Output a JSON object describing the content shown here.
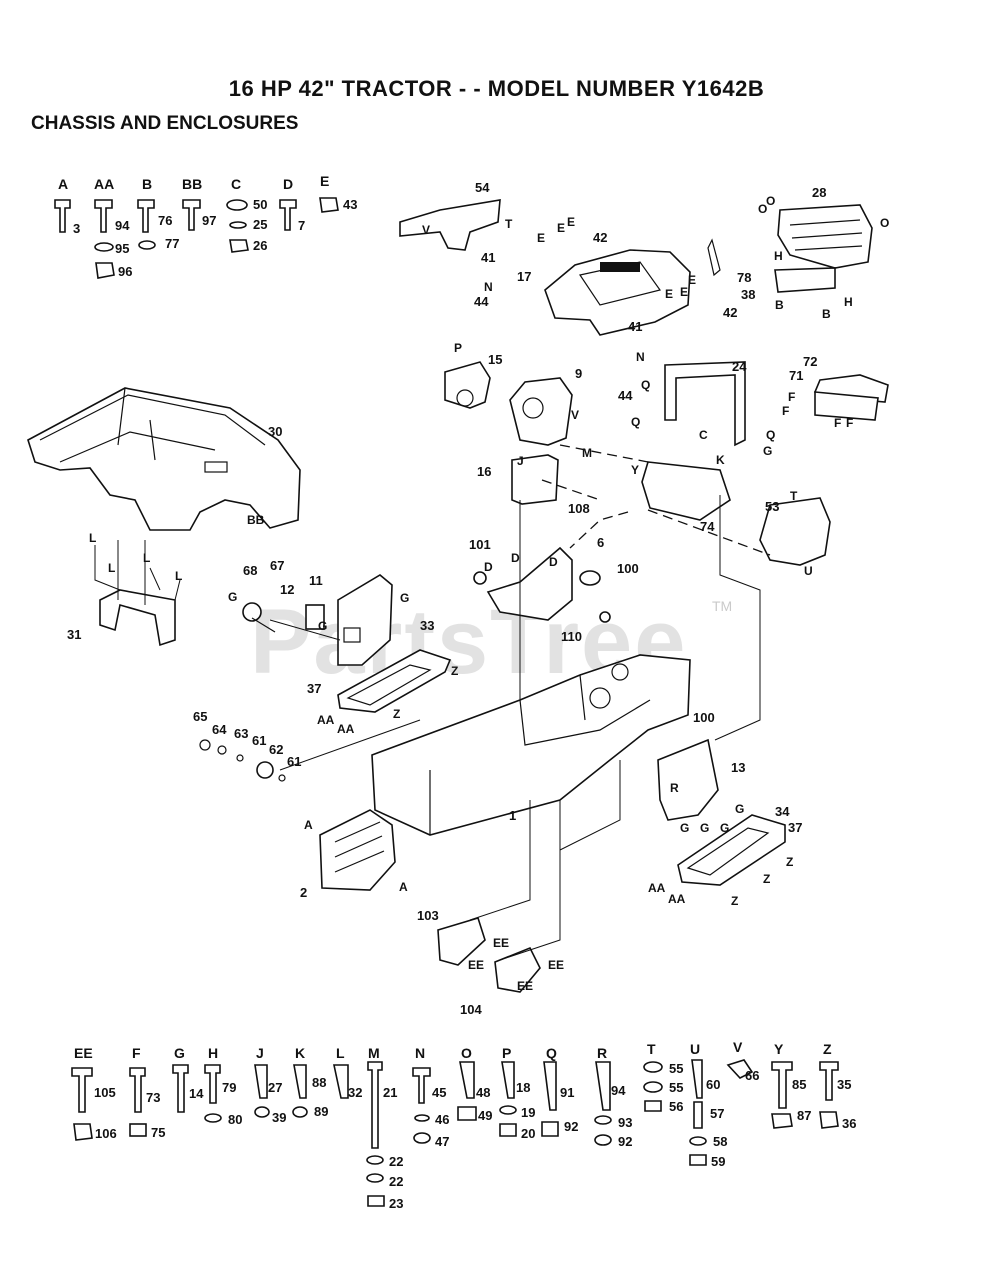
{
  "title": "16 HP 42\" TRACTOR - - MODEL NUMBER  Y1642B",
  "section": "CHASSIS AND ENCLOSURES",
  "watermark": "PartsTree",
  "watermark_tm": "TM",
  "hardware_top": [
    {
      "letter": "A",
      "parts": [
        "3"
      ]
    },
    {
      "letter": "AA",
      "parts": [
        "94",
        "95",
        "96"
      ]
    },
    {
      "letter": "B",
      "parts": [
        "76",
        "77"
      ]
    },
    {
      "letter": "BB",
      "parts": [
        "97"
      ]
    },
    {
      "letter": "C",
      "parts": [
        "50",
        "25",
        "26"
      ]
    },
    {
      "letter": "D",
      "parts": [
        "7"
      ]
    },
    {
      "letter": "E",
      "parts": [
        "43"
      ]
    }
  ],
  "hardware_bottom": [
    {
      "letter": "EE",
      "parts": [
        "105",
        "106"
      ]
    },
    {
      "letter": "F",
      "parts": [
        "73",
        "75"
      ]
    },
    {
      "letter": "G",
      "parts": [
        "14"
      ]
    },
    {
      "letter": "H",
      "parts": [
        "79",
        "80"
      ]
    },
    {
      "letter": "J",
      "parts": [
        "27",
        "39"
      ]
    },
    {
      "letter": "K",
      "parts": [
        "88",
        "89"
      ]
    },
    {
      "letter": "L",
      "parts": [
        "32"
      ]
    },
    {
      "letter": "M",
      "parts": [
        "21",
        "22",
        "22",
        "23"
      ]
    },
    {
      "letter": "N",
      "parts": [
        "45",
        "46",
        "47"
      ]
    },
    {
      "letter": "O",
      "parts": [
        "48",
        "49"
      ]
    },
    {
      "letter": "P",
      "parts": [
        "18",
        "19",
        "20"
      ]
    },
    {
      "letter": "Q",
      "parts": [
        "91",
        "92"
      ]
    },
    {
      "letter": "R",
      "parts": [
        "94",
        "93",
        "92"
      ]
    },
    {
      "letter": "T",
      "parts": [
        "55",
        "55",
        "56"
      ]
    },
    {
      "letter": "U",
      "parts": [
        "60",
        "57",
        "58",
        "59"
      ]
    },
    {
      "letter": "V",
      "parts": [
        "66"
      ]
    },
    {
      "letter": "Y",
      "parts": [
        "85",
        "87"
      ]
    },
    {
      "letter": "Z",
      "parts": [
        "35",
        "36"
      ]
    }
  ],
  "callouts": [
    "54",
    "V",
    "T",
    "E",
    "E",
    "E",
    "41",
    "42",
    "17",
    "N",
    "44",
    "78",
    "E",
    "E",
    "E",
    "41",
    "42",
    "28",
    "O",
    "O",
    "O",
    "H",
    "38",
    "B",
    "B",
    "H",
    "P",
    "15",
    "9",
    "V",
    "N",
    "44",
    "24",
    "Q",
    "Q",
    "C",
    "Q",
    "G",
    "72",
    "71",
    "F",
    "F",
    "F",
    "F",
    "30",
    "BB",
    "J",
    "16",
    "M",
    "Y",
    "K",
    "74",
    "53",
    "T",
    "U",
    "108",
    "6",
    "101",
    "D",
    "D",
    "D",
    "100",
    "110",
    "L",
    "L",
    "L",
    "L",
    "31",
    "68",
    "67",
    "12",
    "11",
    "G",
    "G",
    "G",
    "33",
    "Z",
    "37",
    "AA",
    "AA",
    "Z",
    "65",
    "64",
    "63",
    "61",
    "62",
    "61",
    "100",
    "R",
    "13",
    "G",
    "G",
    "G",
    "G",
    "34",
    "37",
    "Z",
    "Z",
    "AA",
    "AA",
    "Z",
    "A",
    "2",
    "A",
    "1",
    "103",
    "EE",
    "EE",
    "EE",
    "104",
    "EE"
  ]
}
